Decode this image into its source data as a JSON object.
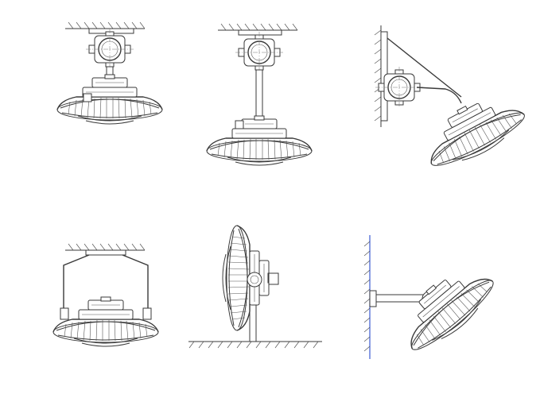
{
  "drawing": {
    "views": [
      {
        "id": "ceiling-short-bracket",
        "mount": "ceiling"
      },
      {
        "id": "ceiling-pendant-tube",
        "mount": "ceiling"
      },
      {
        "id": "wall-arm-tilted",
        "mount": "wall"
      },
      {
        "id": "ceiling-yoke-bracket",
        "mount": "ceiling"
      },
      {
        "id": "floor-pole-side",
        "mount": "floor"
      },
      {
        "id": "wall-short-arm-tilted",
        "mount": "wall"
      }
    ],
    "colors": {
      "line": "#3a3a3a",
      "wall_accent": "#3b5bd1",
      "background": "#ffffff"
    }
  }
}
